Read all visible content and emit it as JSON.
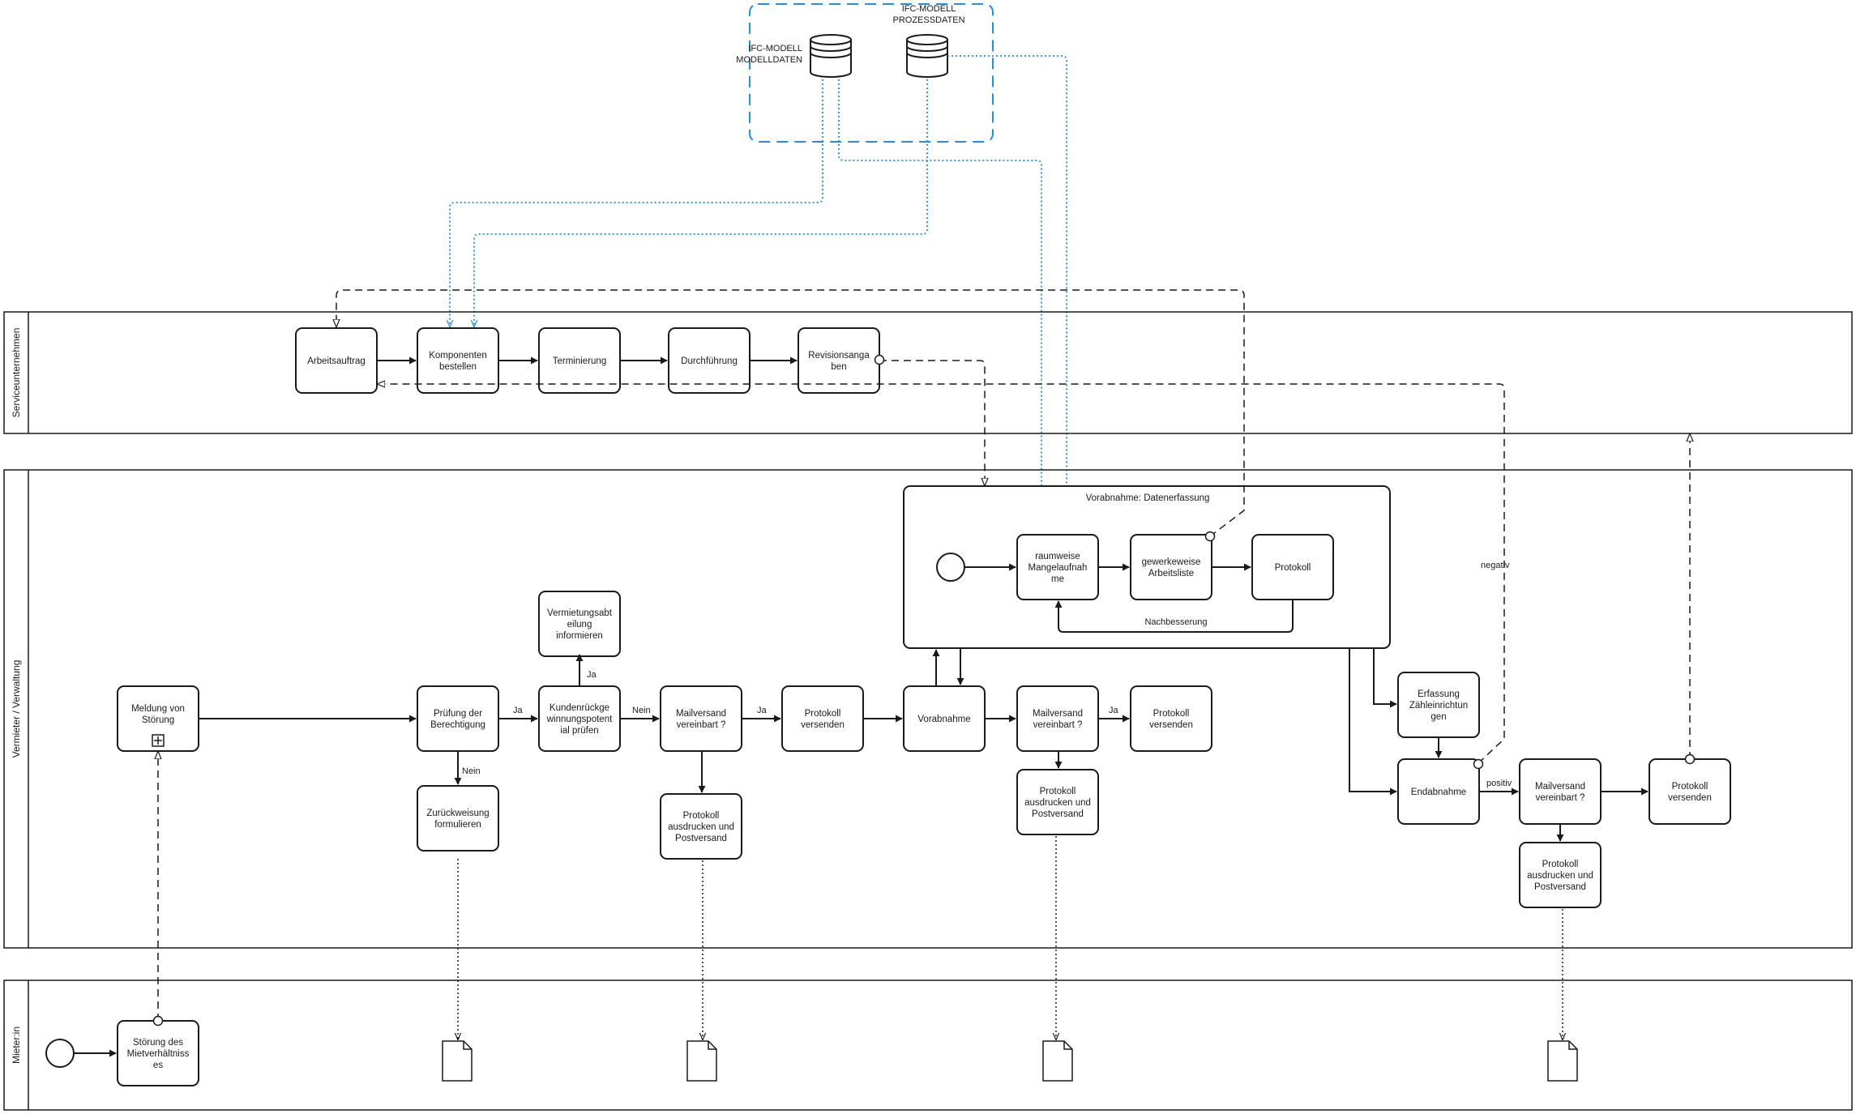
{
  "datastores": {
    "modell": "IFC-MODELL\nMODELLDATEN",
    "prozess": "IFC-MODELL\nPROZESSDATEN"
  },
  "pools": {
    "service": "Serviceunternehmen",
    "vermieter": "Vermieter / Verwaltung",
    "mieter": "Mieter:in"
  },
  "subprocess_title": "Vorabnahme: Datenerfassung",
  "tasks": {
    "arbeitsauftrag": "Arbeitsauftrag",
    "komponenten": "Komponenten\nbestellen",
    "terminierung": "Terminierung",
    "durchfuehrung": "Durchführung",
    "revision": "Revisionsanga\nben",
    "raumweise": "raumweise\nMangelaufnah\nme",
    "gewerkeweise": "gewerkeweise\nArbeitsliste",
    "protokoll_sub": "Protokoll",
    "vermietung": "Vermietungsabt\neilung\ninformieren",
    "meldung": "Meldung von\nStörung",
    "pruefung": "Prüfung der\nBerechtigung",
    "kunden": "Kundenrückge\nwinnungspotent\nial prüfen",
    "mail1": "Mailversand\nvereinbart ?",
    "prot_versenden1": "Protokoll\nversenden",
    "vorabnahme": "Vorabnahme",
    "mail2": "Mailversand\nvereinbart ?",
    "prot_versenden2": "Protokoll\nversenden",
    "zurueck": "Zurückweisung\nformulieren",
    "ausdrucken1": "Protokoll\nausdrucken und\nPostversand",
    "ausdrucken2": "Protokoll\nausdrucken und\nPostversand",
    "erfassung": "Erfassung\nZähleinrichtun\ngen",
    "endabnahme": "Endabnahme",
    "mail3": "Mailversand\nvereinbart ?",
    "prot_versenden3": "Protokoll\nversenden",
    "ausdrucken3": "Protokoll\nausdrucken und\nPostversand",
    "stoerung": "Störung des\nMietverhältniss\nes"
  },
  "flow_labels": {
    "ja_pruefung": "Ja",
    "nein_pruefung": "Nein",
    "ja_vermietung": "Ja",
    "nein_kunden": "Nein",
    "ja_mail1": "Ja",
    "ja_mail2": "Ja",
    "nachbesserung": "Nachbesserung",
    "negativ": "negativ",
    "positiv": "positiv"
  }
}
